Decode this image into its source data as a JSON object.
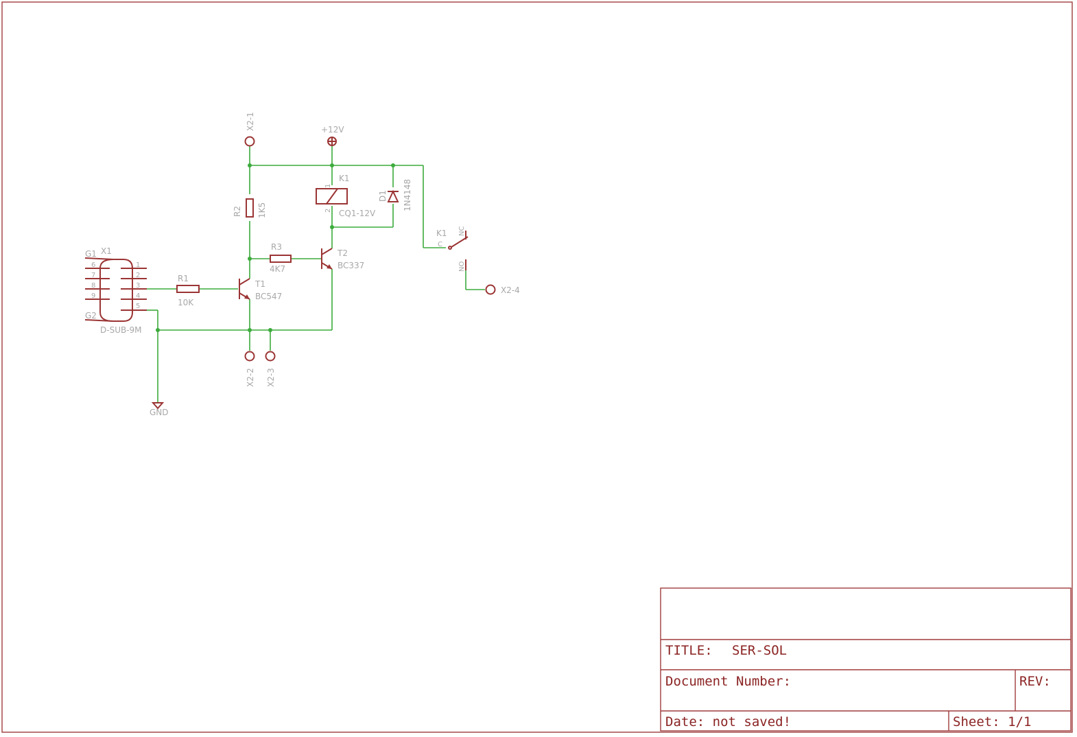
{
  "title_block": {
    "title_label": "TITLE:",
    "title_value": "SER-SOL",
    "doc_number_label": "Document Number:",
    "rev_label": "REV:",
    "date_label": "Date: not saved!",
    "sheet_label": "Sheet: 1/1"
  },
  "parts": {
    "x1": {
      "name": "X1",
      "value": "D-SUB-9M",
      "pins": [
        "6",
        "7",
        "8",
        "9",
        "1",
        "2",
        "3",
        "4",
        "5"
      ],
      "shield_top": "G1",
      "shield_bottom": "G2"
    },
    "r1": {
      "name": "R1",
      "value": "10K"
    },
    "r2": {
      "name": "R2",
      "value": "1K5"
    },
    "r3": {
      "name": "R3",
      "value": "4K7"
    },
    "t1": {
      "name": "T1",
      "value": "BC547"
    },
    "t2": {
      "name": "T2",
      "value": "BC337"
    },
    "k1_coil": {
      "name": "K1",
      "value": "CQ1-12V",
      "pin1": "1",
      "pin2": "2"
    },
    "k1_switch": {
      "name": "K1",
      "common": "C",
      "nc": "NC",
      "no": "NO"
    },
    "d1": {
      "name": "D1",
      "value": "1N4148"
    },
    "supply": "+12V",
    "ground": "GND",
    "terminals": [
      "X2-1",
      "X2-2",
      "X2-3",
      "X2-4"
    ]
  },
  "colors": {
    "wire": "#3cab3c",
    "part": "#9b3434",
    "label": "#a8a8a8",
    "frame": "#a03c3c"
  }
}
